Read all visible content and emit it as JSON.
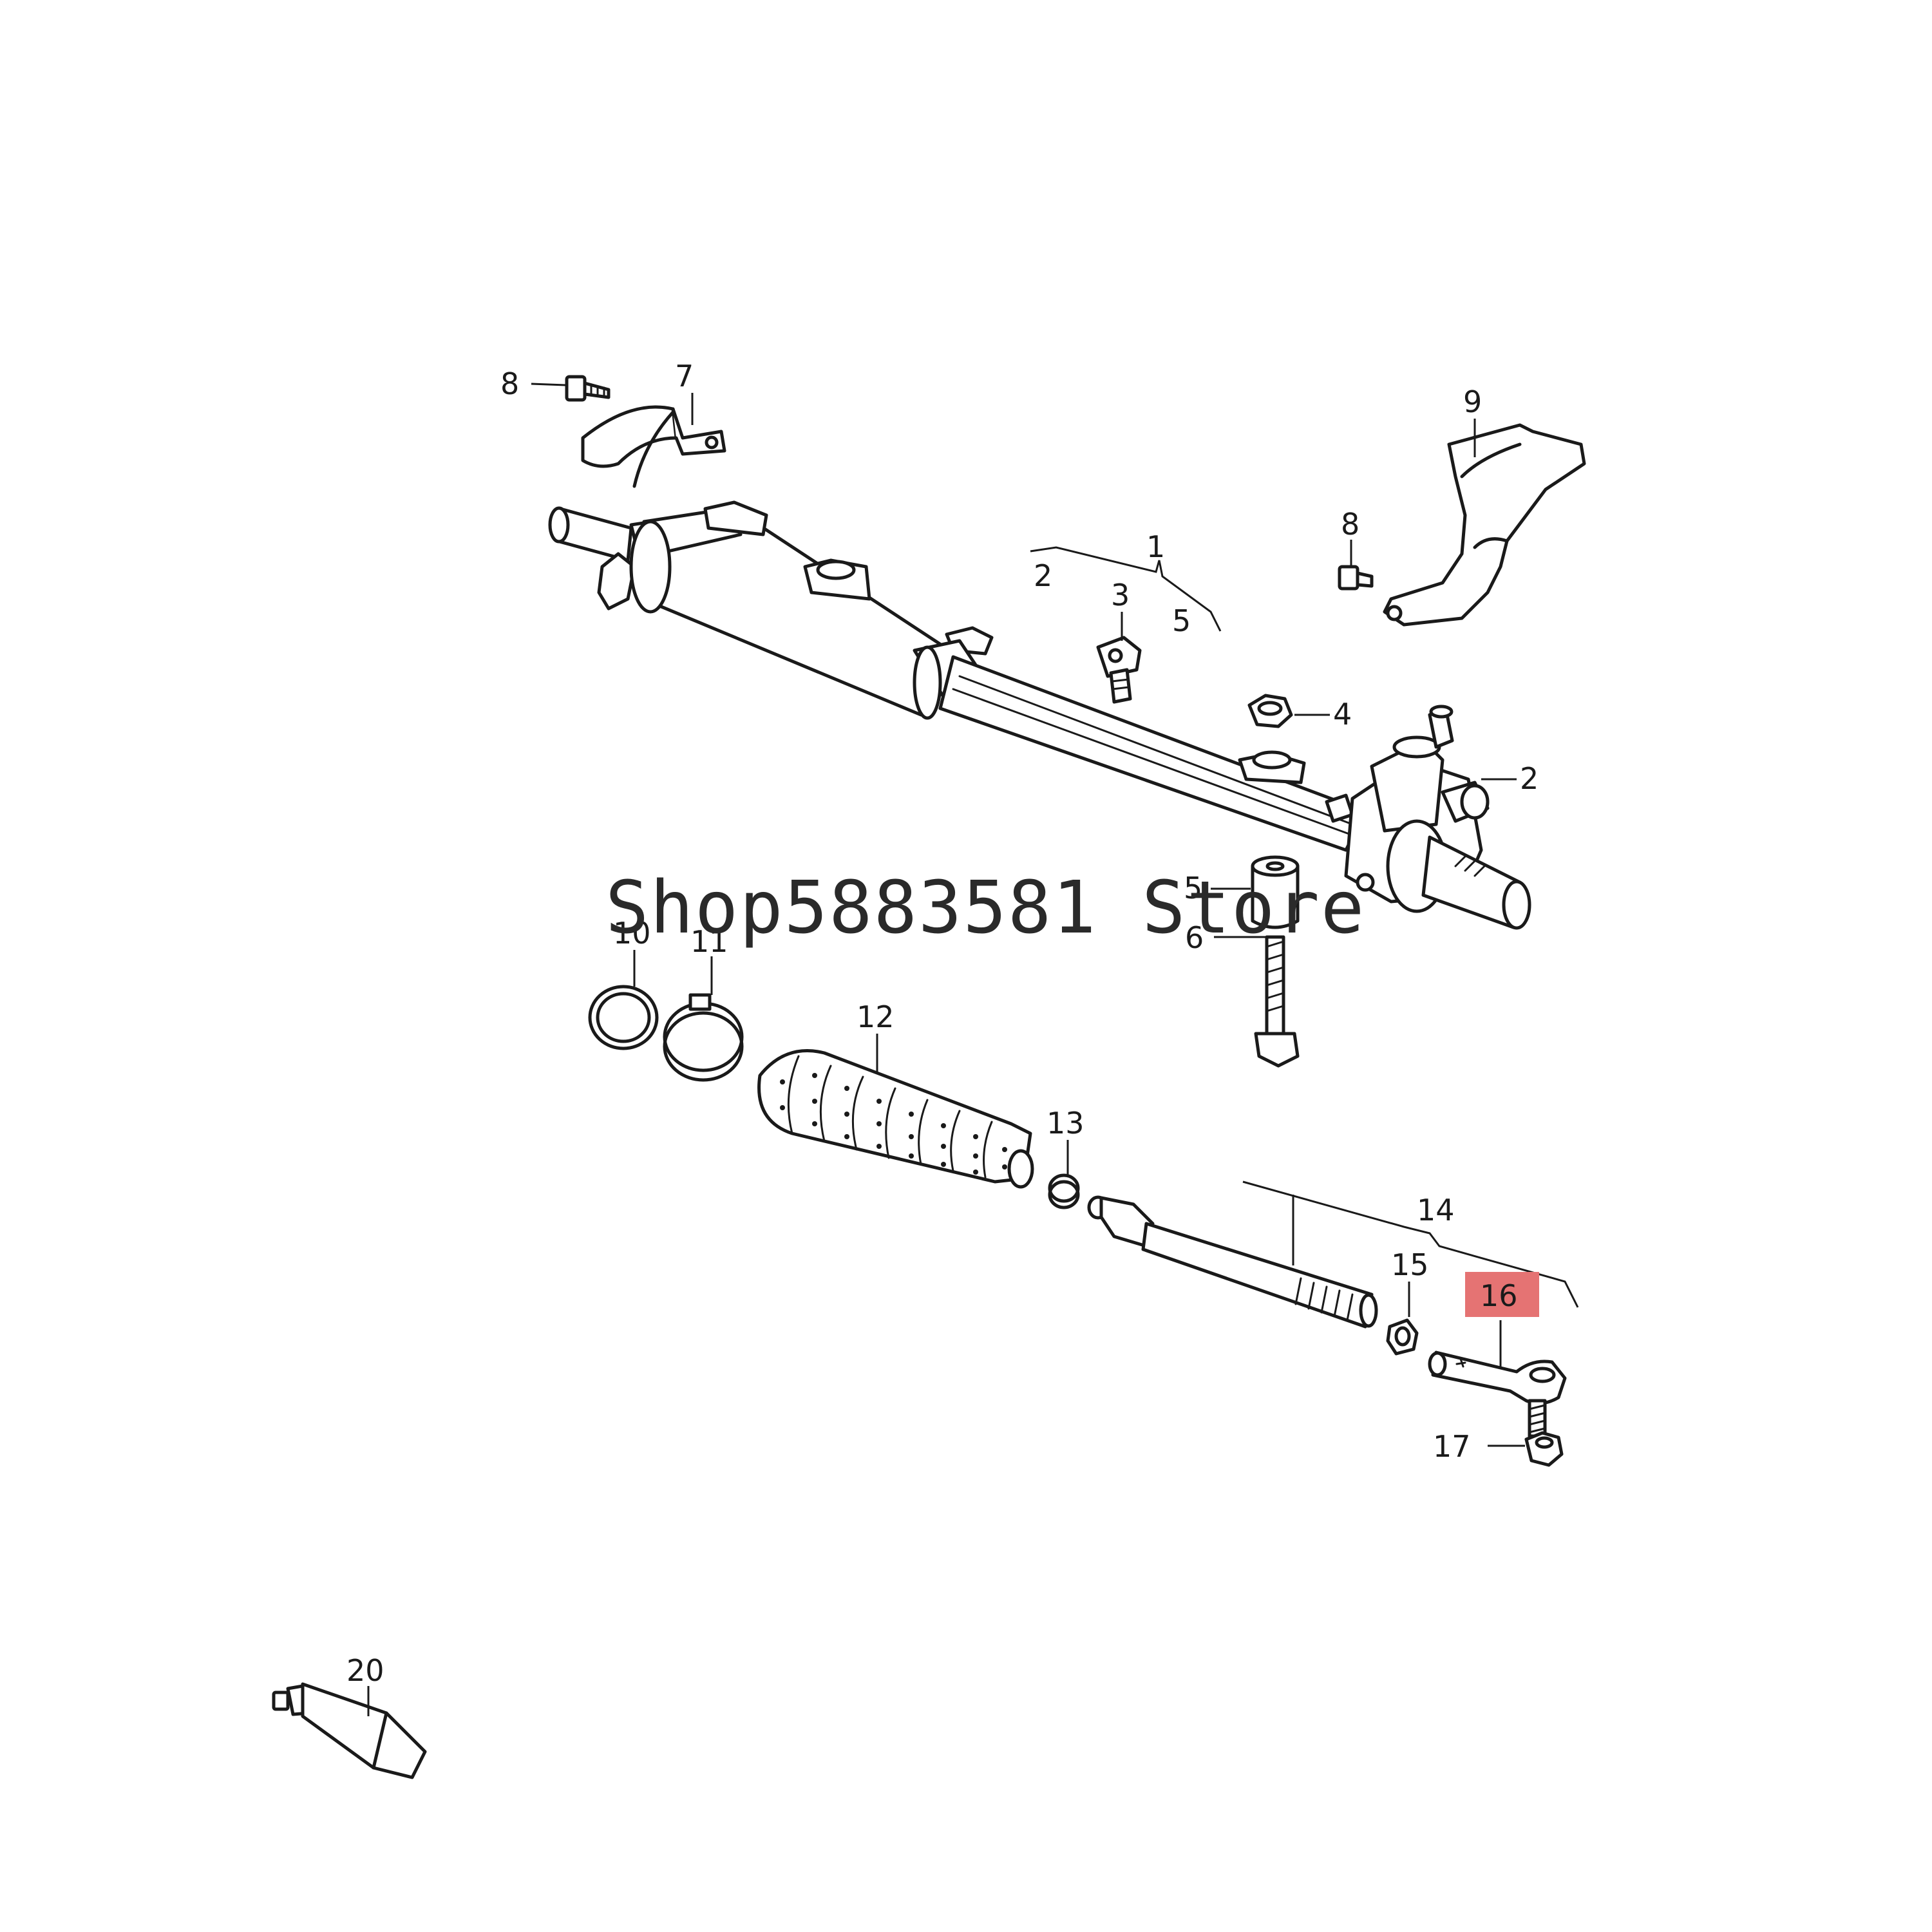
{
  "watermark": "Shop5883581 Store",
  "highlight_color": "#e57373",
  "callouts": {
    "c1": "1",
    "c2a": "2",
    "c2b": "2",
    "c3": "3",
    "c4": "4",
    "c5a": "5",
    "c5b": "5",
    "c6": "6",
    "c7": "7",
    "c8a": "8",
    "c8b": "8",
    "c9": "9",
    "c10": "10",
    "c11": "11",
    "c12": "12",
    "c13": "13",
    "c14": "14",
    "c15": "15",
    "c16": "16",
    "c17": "17",
    "c20": "20"
  }
}
